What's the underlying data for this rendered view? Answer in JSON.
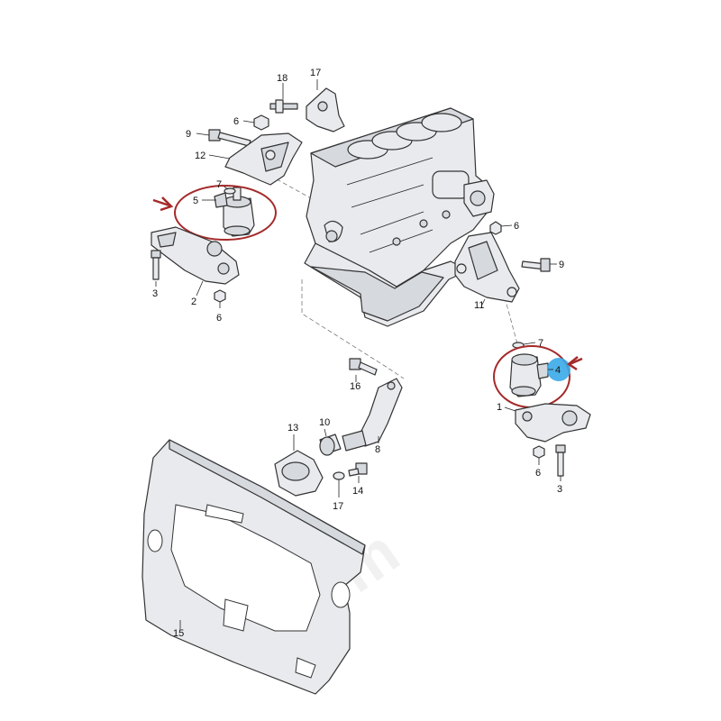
{
  "callouts": [
    {
      "id": "c1",
      "label": "1"
    },
    {
      "id": "c2",
      "label": "2"
    },
    {
      "id": "c3a",
      "label": "3"
    },
    {
      "id": "c3b",
      "label": "3"
    },
    {
      "id": "c4",
      "label": "4"
    },
    {
      "id": "c5",
      "label": "5"
    },
    {
      "id": "c6a",
      "label": "6"
    },
    {
      "id": "c6b",
      "label": "6"
    },
    {
      "id": "c6c",
      "label": "6"
    },
    {
      "id": "c6d",
      "label": "6"
    },
    {
      "id": "c7a",
      "label": "7"
    },
    {
      "id": "c7b",
      "label": "7"
    },
    {
      "id": "c8",
      "label": "8"
    },
    {
      "id": "c9a",
      "label": "9"
    },
    {
      "id": "c9b",
      "label": "9"
    },
    {
      "id": "c10",
      "label": "10"
    },
    {
      "id": "c11",
      "label": "11"
    },
    {
      "id": "c12",
      "label": "12"
    },
    {
      "id": "c13",
      "label": "13"
    },
    {
      "id": "c14",
      "label": "14"
    },
    {
      "id": "c15",
      "label": "15"
    },
    {
      "id": "c16",
      "label": "16"
    },
    {
      "id": "c17a",
      "label": "17"
    },
    {
      "id": "c17b",
      "label": "17"
    },
    {
      "id": "c18",
      "label": "18"
    }
  ],
  "watermark": "1.com",
  "colors": {
    "highlight_circle": "#a52a2a",
    "arrow": "#a52a2a",
    "highlight_dot": "#3aa9e8",
    "line": "#333333",
    "part_fill": "#e8eaed"
  },
  "icons": [
    "arrow-right-icon",
    "highlight-dot-icon"
  ]
}
